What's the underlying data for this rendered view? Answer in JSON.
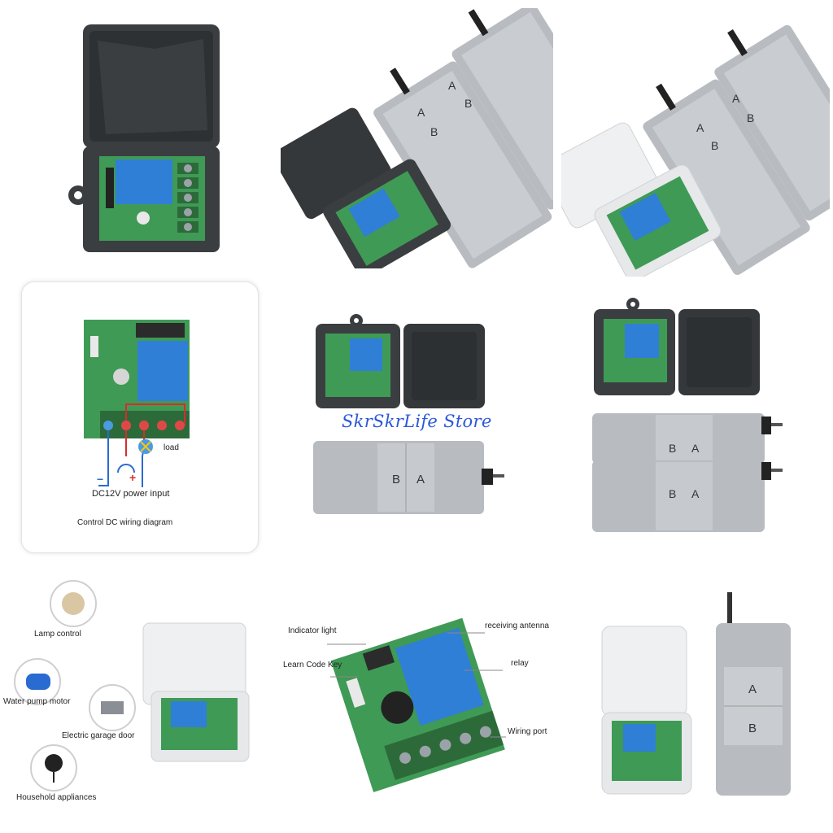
{
  "store_watermark": "SkrSkrLife Store",
  "wiring_panel": {
    "load_label": "load",
    "minus_sign": "−",
    "plus_sign": "+",
    "power_label": "DC12V power input",
    "caption": "Control DC wiring diagram"
  },
  "remote_buttons": {
    "a": "A",
    "b": "B"
  },
  "applications": [
    {
      "label": "Lamp control"
    },
    {
      "label": "Water pump motor"
    },
    {
      "label": "Electric garage door"
    },
    {
      "label": "Household appliances"
    }
  ],
  "module_labels": {
    "indicator": "Indicator light",
    "learn": "Learn Code Key",
    "antenna": "receiving antenna",
    "relay": "relay",
    "wiring": "Wiring port"
  },
  "colors": {
    "pcb_green": "#3f9a55",
    "relay_blue": "#2f7fd6",
    "case_dark": "#3a3d40",
    "remote_silver": "#b8bcc0",
    "watermark_blue": "#2b57d8",
    "wire_red": "#d92b2b",
    "wire_blue": "#2a6bd1"
  }
}
